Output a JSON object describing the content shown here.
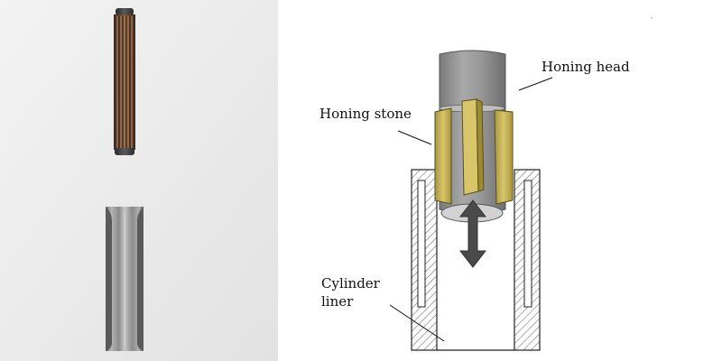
{
  "labels": {
    "honing_head": "Honing head",
    "honing_stone": "Honing stone",
    "cylinder_line1": "Cylinder",
    "cylinder_line2": "liner"
  },
  "colors": {
    "left_background": "#ececec",
    "stone": "#c8b45a",
    "head": "#8f8f8f",
    "arrow": "#4a4a4a"
  }
}
